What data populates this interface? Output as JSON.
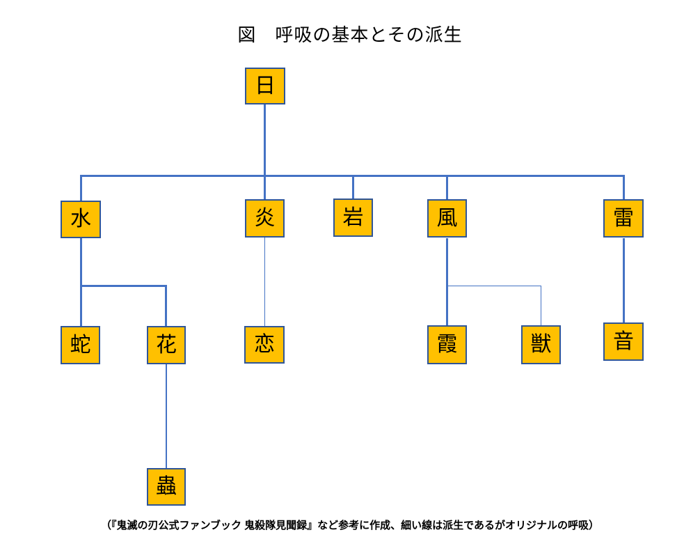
{
  "diagram": {
    "title": "図　呼吸の基本とその派生",
    "footnote": "（『鬼滅の刃公式ファンブック 鬼殺隊見聞録』など参考に作成、細い線は派生であるがオリジナルの呼吸）"
  },
  "colors": {
    "node_fill": "#FFC000",
    "node_border": "#2F5597",
    "connector": "#4472C4",
    "text": "#000000"
  },
  "nodes": {
    "sun": {
      "label": "日"
    },
    "water": {
      "label": "水"
    },
    "flame": {
      "label": "炎"
    },
    "rock": {
      "label": "岩"
    },
    "wind": {
      "label": "風"
    },
    "thunder": {
      "label": "雷"
    },
    "serpent": {
      "label": "蛇"
    },
    "flower": {
      "label": "花"
    },
    "love": {
      "label": "恋"
    },
    "mist": {
      "label": "霞"
    },
    "beast": {
      "label": "獣"
    },
    "sound": {
      "label": "音"
    },
    "insect": {
      "label": "蟲"
    }
  },
  "edges": [
    {
      "from": "日",
      "to": "水",
      "style": "thick"
    },
    {
      "from": "日",
      "to": "炎",
      "style": "thick"
    },
    {
      "from": "日",
      "to": "岩",
      "style": "thick"
    },
    {
      "from": "日",
      "to": "風",
      "style": "thick"
    },
    {
      "from": "日",
      "to": "雷",
      "style": "thick"
    },
    {
      "from": "水",
      "to": "蛇",
      "style": "thick"
    },
    {
      "from": "水",
      "to": "花",
      "style": "thick"
    },
    {
      "from": "花",
      "to": "蟲",
      "style": "thick"
    },
    {
      "from": "炎",
      "to": "恋",
      "style": "thin"
    },
    {
      "from": "風",
      "to": "霞",
      "style": "thick"
    },
    {
      "from": "風",
      "to": "獣",
      "style": "thin"
    },
    {
      "from": "雷",
      "to": "音",
      "style": "thick"
    }
  ]
}
